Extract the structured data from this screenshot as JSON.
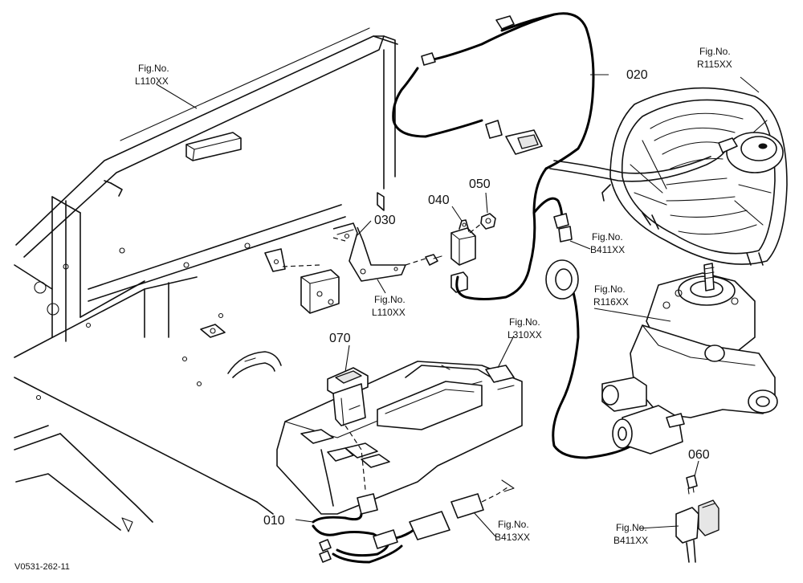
{
  "drawing_code": "V0531-262-11",
  "parts": [
    {
      "id": "p010",
      "label": "010"
    },
    {
      "id": "p020",
      "label": "020"
    },
    {
      "id": "p030",
      "label": "030"
    },
    {
      "id": "p040",
      "label": "040"
    },
    {
      "id": "p050",
      "label": "050"
    },
    {
      "id": "p060",
      "label": "060"
    },
    {
      "id": "p070",
      "label": "070"
    }
  ],
  "figure_refs": [
    {
      "id": "f1",
      "line1": "Fig.No.",
      "line2": "L110XX"
    },
    {
      "id": "f2",
      "line1": "Fig.No.",
      "line2": "R115XX"
    },
    {
      "id": "f3",
      "line1": "Fig.No.",
      "line2": "B411XX"
    },
    {
      "id": "f4",
      "line1": "Fig.No.",
      "line2": "L110XX"
    },
    {
      "id": "f5",
      "line1": "Fig.No.",
      "line2": "R116XX"
    },
    {
      "id": "f6",
      "line1": "Fig.No.",
      "line2": "L310XX"
    },
    {
      "id": "f7",
      "line1": "Fig.No.",
      "line2": "B413XX"
    },
    {
      "id": "f8",
      "line1": "Fig.No.",
      "line2": "B411XX"
    }
  ]
}
